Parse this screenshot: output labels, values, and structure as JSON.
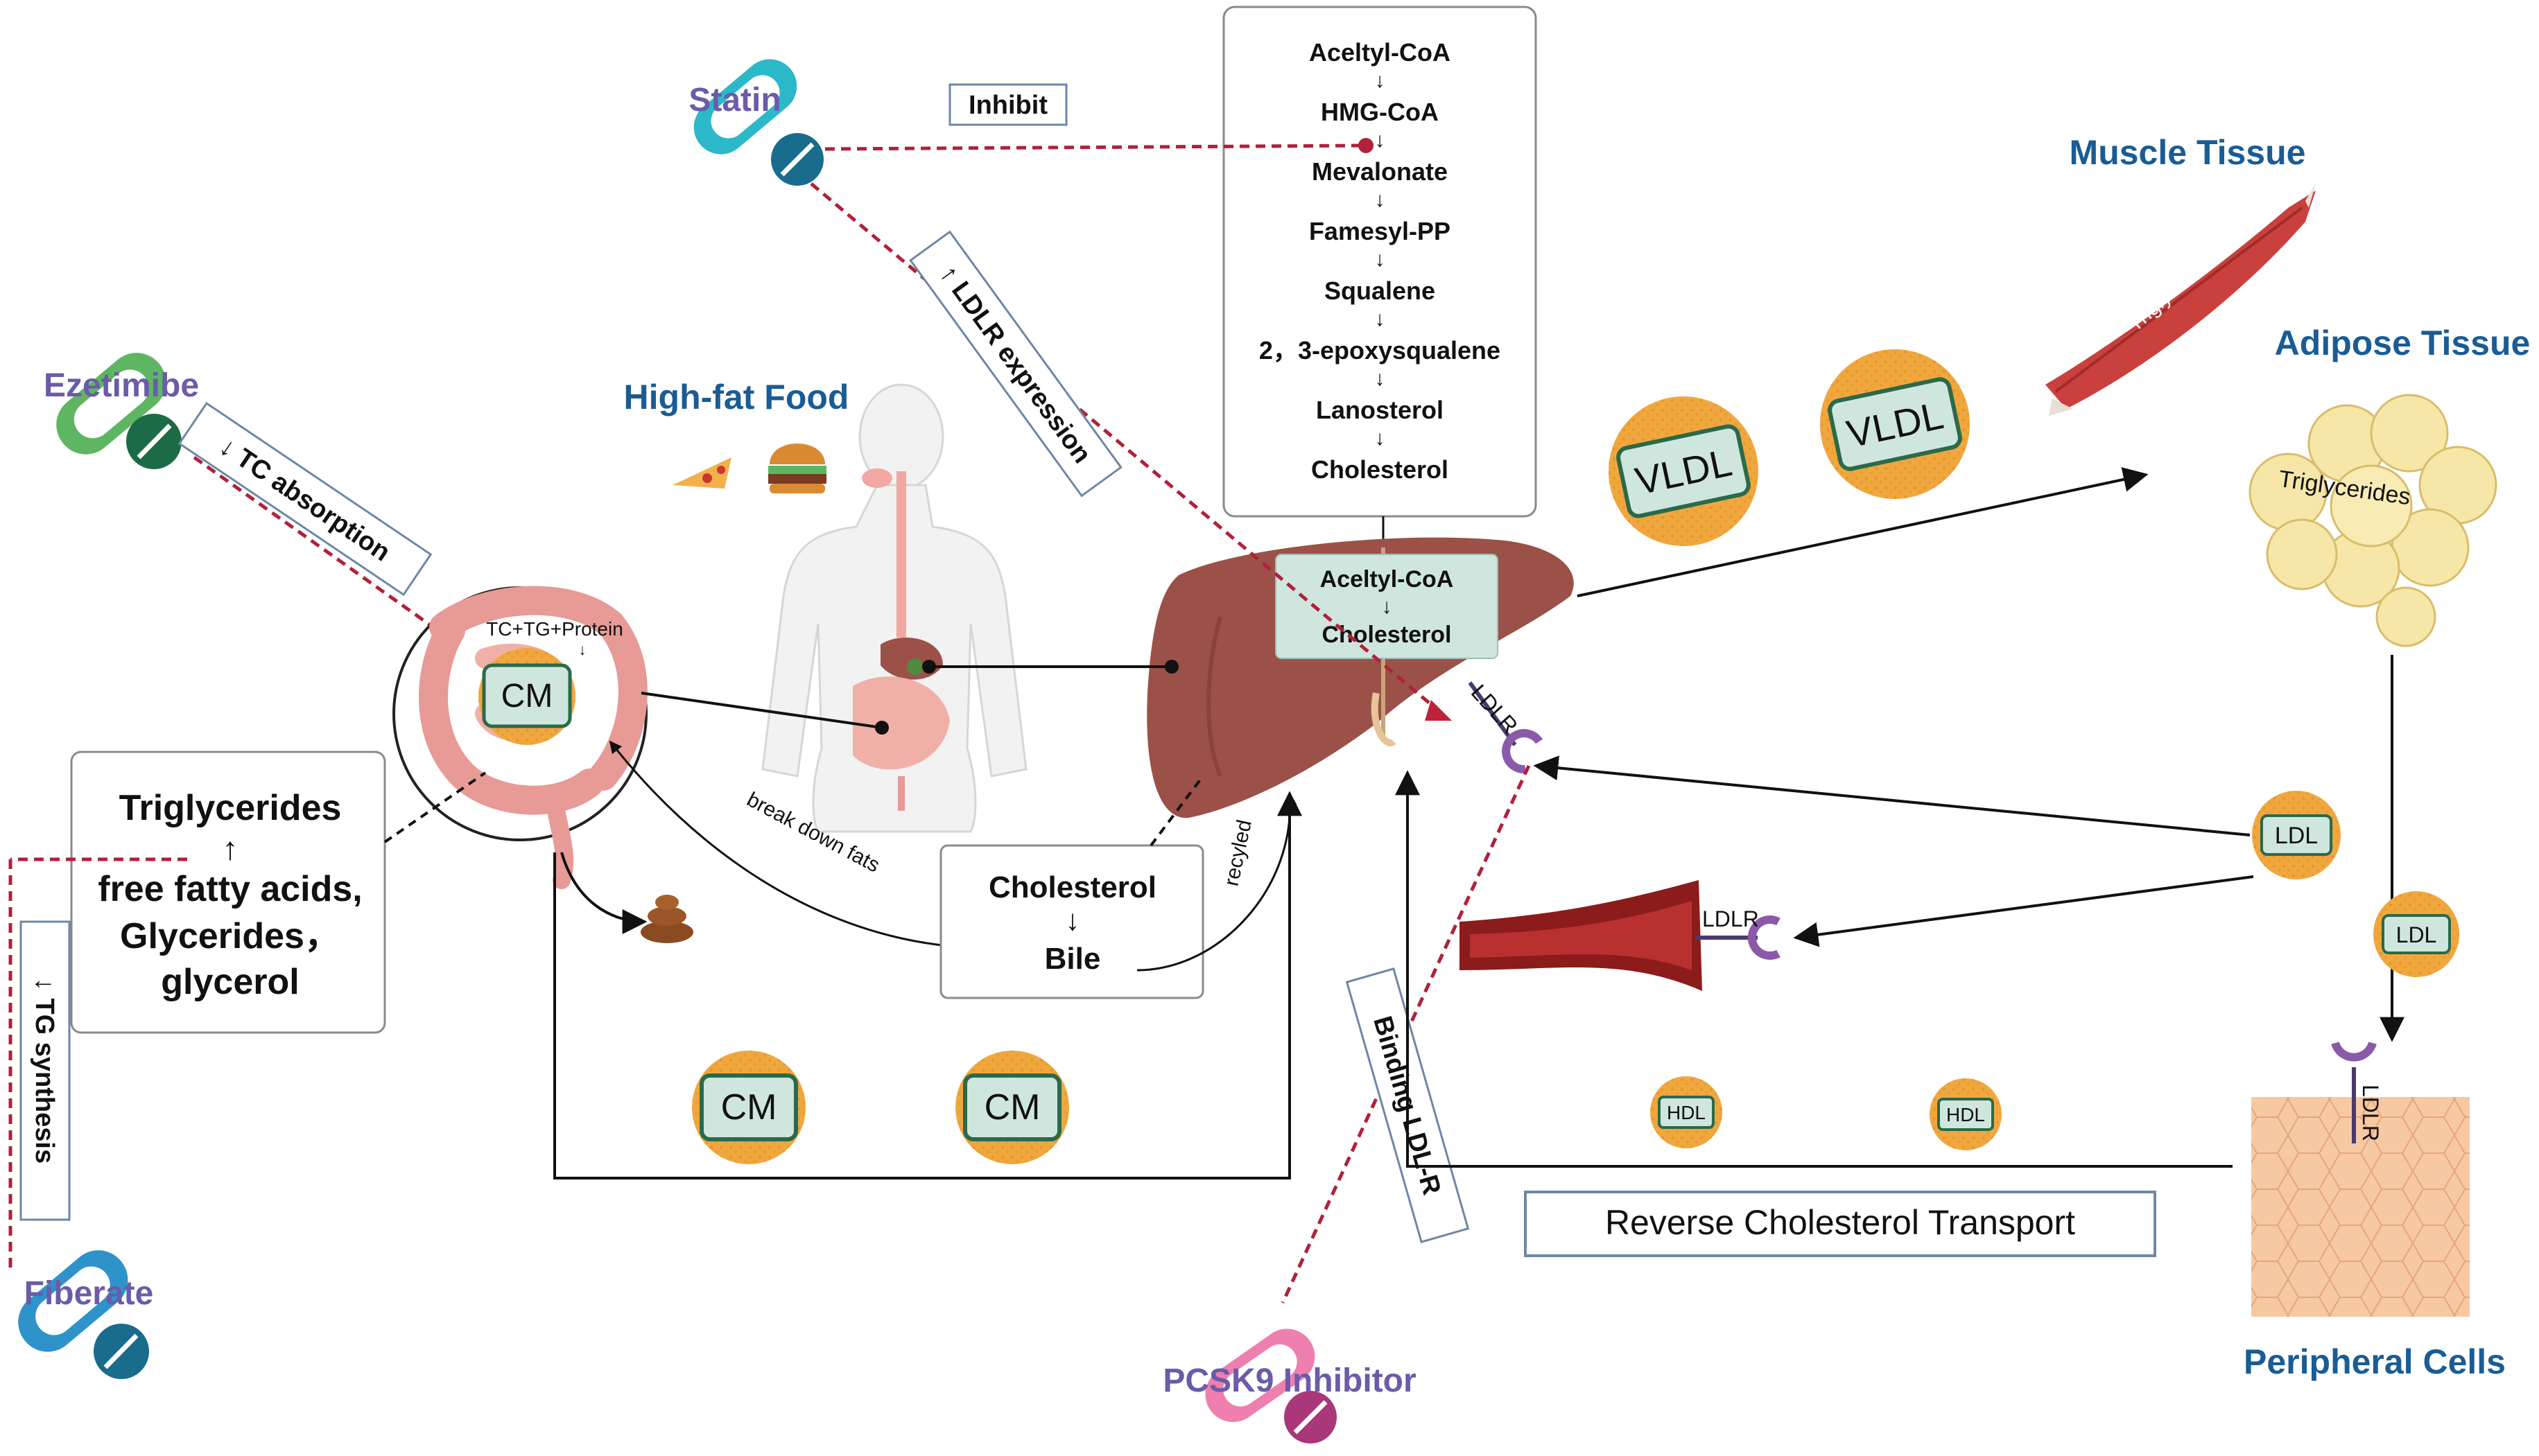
{
  "drugs": {
    "statin": "Statin",
    "ezetimibe": "Ezetimibe",
    "fiberate": "Fiberate",
    "pcsk9": "PCSK9 Inhibitor"
  },
  "actions": {
    "inhibit": "Inhibit",
    "ldlr_expression": "↑ LDLR expression",
    "tc_absorption": "↓ TC absorption",
    "tg_synthesis": "↓ TG synthesis",
    "binding_ldlr": "Binding LDL-R"
  },
  "pathway": [
    "Aceltyl-CoA",
    "HMG-CoA",
    "Mevalonate",
    "Famesyl-PP",
    "Squalene",
    "2，3-epoxysqualene",
    "Lanosterol",
    "Cholesterol"
  ],
  "pathway_arrow": "↓",
  "liver_box": {
    "top": "Aceltyl-CoA",
    "arrow": "↓",
    "bottom": "Cholesterol"
  },
  "food": {
    "title": "High-fat Food"
  },
  "gut": {
    "label": "TC+TG+Protein",
    "arrow": "↓",
    "cm": "CM"
  },
  "tg_box": {
    "line1": "Triglycerides",
    "arrow": "↑",
    "line2": "free fatty acids,",
    "line3": "Glycerides，",
    "line4": "glycerol"
  },
  "bile_box": {
    "line1": "Cholesterol",
    "arrow": "↓",
    "line2": "Bile"
  },
  "labels": {
    "break_down_fats": "break down fats",
    "recyled": "recyled",
    "ldlr": "LDLR",
    "muscle": "Muscle Tissue",
    "adipose": "Adipose Tissue",
    "triglycerides": "Triglycerides",
    "peripheral": "Peripheral Cells",
    "reverse_transport": "Reverse Cholesterol Transport"
  },
  "particles": {
    "vldl": "VLDL",
    "ldl": "LDL",
    "hdl": "HDL",
    "cm": "CM"
  },
  "colors": {
    "drug_text": "#6b5ba8",
    "tissue_title": "#1a5c94",
    "dash_red": "#b0213a",
    "statin_capsule": "#2bb9c9",
    "ezetimibe_capsule": "#5fb662",
    "fiberate_capsule": "#2e93c9",
    "pcsk9_capsule": "#ef7fae",
    "liver": "#9b5147",
    "particle": "#f0a83e"
  }
}
